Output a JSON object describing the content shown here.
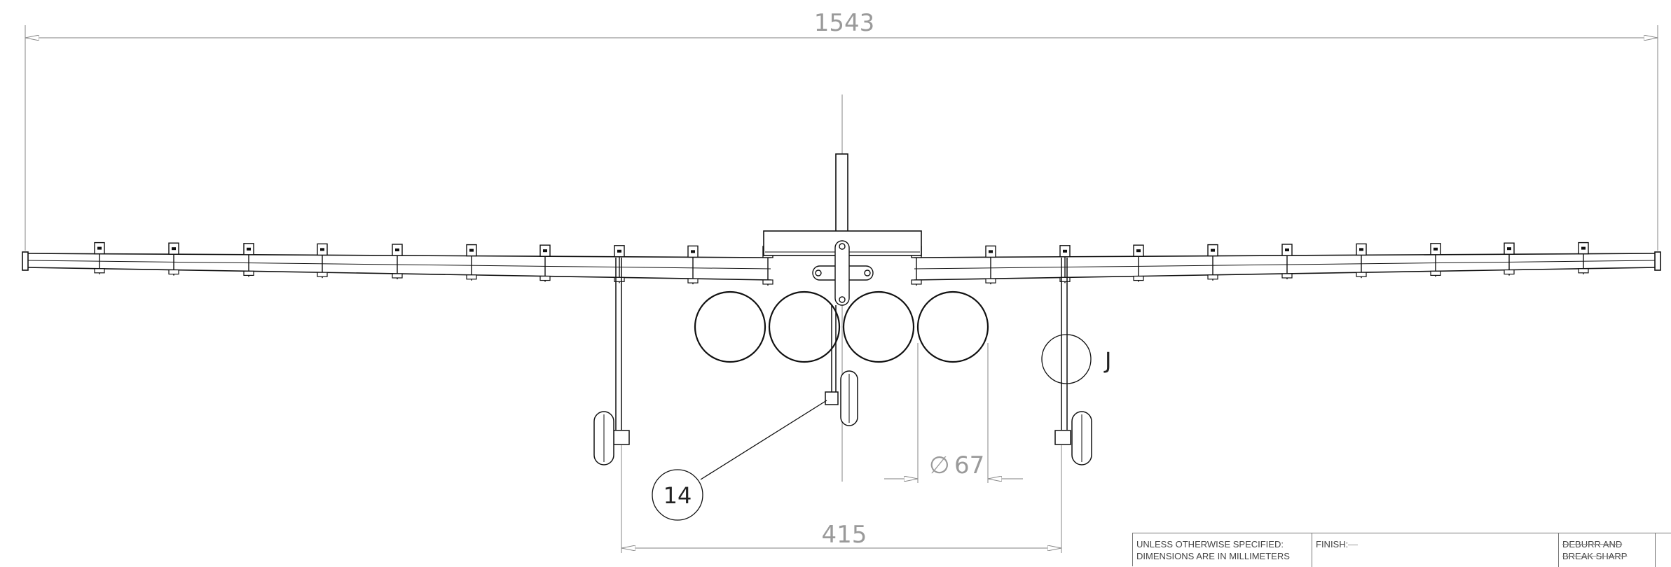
{
  "dimensions": {
    "overall_span": "1543",
    "gear_track": "415",
    "tank_diameter": "67",
    "diameter_symbol": "∅"
  },
  "balloon": {
    "item_number": "14"
  },
  "detail": {
    "label": "J"
  },
  "title_block": {
    "spec_line1": "UNLESS OTHERWISE SPECIFIED:",
    "spec_line2": "DIMENSIONS ARE IN MILLIMETERS",
    "finish_label": "FINISH:",
    "deburr_line1": "DEBURR AND",
    "deburr_line2": "BREAK SHARP"
  }
}
